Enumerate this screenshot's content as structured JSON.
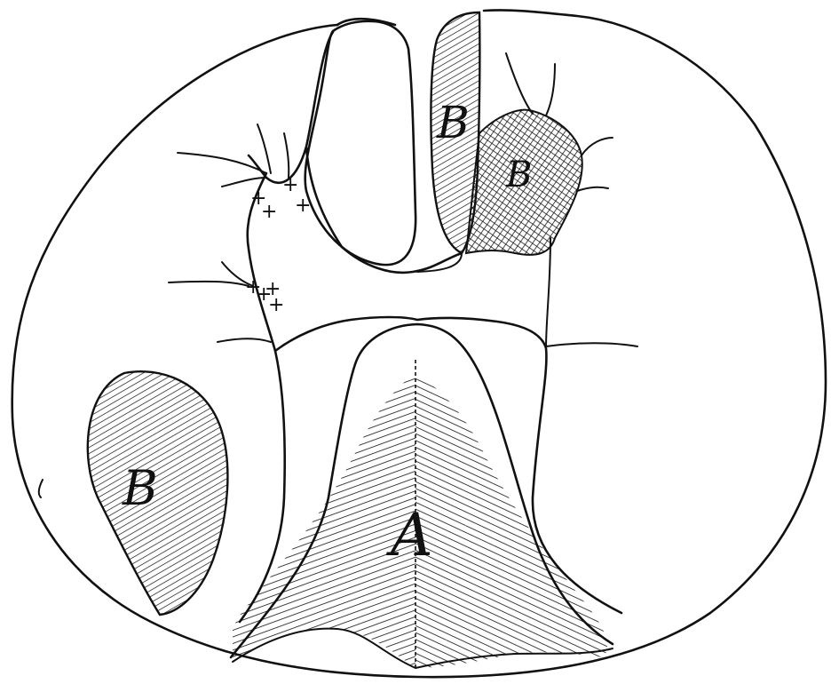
{
  "figure": {
    "labels": {
      "a": "A",
      "b_left": "B",
      "b_upper": "B",
      "b_dorsal": "B"
    },
    "markers": [
      "+",
      "+",
      "+",
      "+",
      "+",
      "+",
      "+",
      "+"
    ],
    "colors": {
      "ink": "#111111",
      "paper": "#ffffff"
    }
  }
}
